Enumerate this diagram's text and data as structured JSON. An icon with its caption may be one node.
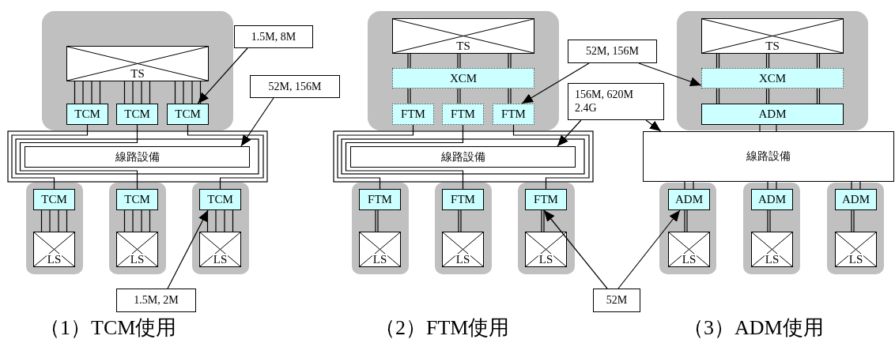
{
  "diagram": {
    "nodes": [
      {
        "text": [],
        "shape": "box"
      },
      {
        "text": [
          "TS"
        ],
        "in": 0
      },
      {
        "text": [
          "TCM"
        ],
        "in": 0
      },
      {
        "text": [
          "TCM"
        ],
        "in": 0
      },
      {
        "text": [
          "TCM"
        ],
        "in": 0
      },
      {
        "text": [
          "線路設備"
        ]
      },
      {
        "text": [],
        "shape": "box"
      },
      {
        "text": [
          "TCM"
        ],
        "in": 6
      },
      {
        "text": [
          "LS"
        ],
        "in": 6
      },
      {
        "text": [],
        "shape": "box"
      },
      {
        "text": [
          "TCM"
        ],
        "in": 9
      },
      {
        "text": [
          "LS"
        ],
        "in": 9
      },
      {
        "text": [],
        "shape": "box"
      },
      {
        "text": [
          "TCM"
        ],
        "in": 12
      },
      {
        "text": [
          "LS"
        ],
        "in": 12
      },
      {
        "text": [],
        "shape": "box"
      },
      {
        "text": [
          "TS"
        ],
        "in": 15
      },
      {
        "text": [
          "XCM"
        ],
        "in": 15
      },
      {
        "text": [
          "FTM"
        ],
        "in": 15
      },
      {
        "text": [
          "FTM"
        ],
        "in": 15
      },
      {
        "text": [
          "FTM"
        ],
        "in": 15
      },
      {
        "text": [
          "線路設備"
        ]
      },
      {
        "text": [],
        "shape": "box"
      },
      {
        "text": [
          "FTM"
        ],
        "in": 22
      },
      {
        "text": [
          "LS"
        ],
        "in": 22
      },
      {
        "text": [],
        "shape": "box"
      },
      {
        "text": [
          "FTM"
        ],
        "in": 25
      },
      {
        "text": [
          "LS"
        ],
        "in": 25
      },
      {
        "text": [],
        "shape": "box"
      },
      {
        "text": [
          "FTM"
        ],
        "in": 28
      },
      {
        "text": [
          "LS"
        ],
        "in": 28
      },
      {
        "text": [],
        "shape": "box"
      },
      {
        "text": [
          "TS"
        ],
        "in": 31
      },
      {
        "text": [
          "XCM"
        ],
        "in": 31
      },
      {
        "text": [
          "ADM"
        ],
        "in": 31
      },
      {
        "text": [
          "線路設備"
        ]
      },
      {
        "text": [],
        "shape": "box"
      },
      {
        "text": [
          "ADM"
        ],
        "in": 36
      },
      {
        "text": [
          "LS"
        ],
        "in": 36
      },
      {
        "text": [],
        "shape": "box"
      },
      {
        "text": [
          "ADM"
        ],
        "in": 39
      },
      {
        "text": [
          "LS"
        ],
        "in": 39
      },
      {
        "text": [],
        "shape": "box"
      },
      {
        "text": [
          "ADM"
        ],
        "in": 42
      },
      {
        "text": [
          "LS"
        ],
        "in": 42
      },
      {
        "text": [
          "1.5M, 8M"
        ]
      },
      {
        "text": [
          "52M, 156M"
        ]
      },
      {
        "text": [
          "1.5M, 2M"
        ]
      },
      {
        "text": [
          "52M, 156M"
        ]
      },
      {
        "text": [
          "156M, 620M 2.4G"
        ]
      },
      {
        "text": [
          "52M"
        ]
      }
    ],
    "edges": [
      {
        "from": 1,
        "to": 2,
        "arrow": "none"
      },
      {
        "from": 1,
        "to": 3,
        "arrow": "none"
      },
      {
        "from": 1,
        "to": 4,
        "arrow": "none"
      },
      {
        "from": 2,
        "to": 7,
        "arrow": "none"
      },
      {
        "from": 3,
        "to": 10,
        "arrow": "none"
      },
      {
        "from": 4,
        "to": 13,
        "arrow": "none"
      },
      {
        "from": 7,
        "to": 8,
        "arrow": "none"
      },
      {
        "from": 10,
        "to": 11,
        "arrow": "none"
      },
      {
        "from": 13,
        "to": 14,
        "arrow": "none"
      },
      {
        "from": 16,
        "to": 17,
        "arrow": "none"
      },
      {
        "from": 17,
        "to": 18,
        "arrow": "none"
      },
      {
        "from": 17,
        "to": 19,
        "arrow": "none"
      },
      {
        "from": 17,
        "to": 20,
        "arrow": "none"
      },
      {
        "from": 18,
        "to": 23,
        "arrow": "none"
      },
      {
        "from": 19,
        "to": 26,
        "arrow": "none"
      },
      {
        "from": 20,
        "to": 29,
        "arrow": "none"
      },
      {
        "from": 23,
        "to": 24,
        "arrow": "none"
      },
      {
        "from": 26,
        "to": 27,
        "arrow": "none"
      },
      {
        "from": 29,
        "to": 30,
        "arrow": "none"
      },
      {
        "from": 32,
        "to": 33,
        "arrow": "none"
      },
      {
        "from": 33,
        "to": 34,
        "arrow": "none"
      },
      {
        "from": 34,
        "to": 35,
        "arrow": "none"
      },
      {
        "from": 35,
        "to": 37,
        "arrow": "none"
      },
      {
        "from": 35,
        "to": 40,
        "arrow": "none"
      },
      {
        "from": 35,
        "to": 43,
        "arrow": "none"
      },
      {
        "from": 37,
        "to": 38,
        "arrow": "none"
      },
      {
        "from": 40,
        "to": 41,
        "arrow": "none"
      },
      {
        "from": 43,
        "to": 44,
        "arrow": "none"
      },
      {
        "from": 45,
        "to": 4,
        "arrow": "to"
      },
      {
        "from": 46,
        "to": 5,
        "arrow": "to"
      },
      {
        "from": 47,
        "to": 13,
        "arrow": "to"
      },
      {
        "from": 48,
        "to": 20,
        "arrow": "to"
      },
      {
        "from": 48,
        "to": 33,
        "arrow": "to"
      },
      {
        "from": 49,
        "to": 21,
        "arrow": "to"
      },
      {
        "from": 49,
        "to": 35,
        "arrow": "to"
      },
      {
        "from": 50,
        "to": 29,
        "arrow": "to"
      },
      {
        "from": 50,
        "to": 37,
        "arrow": "to"
      }
    ],
    "labels": [
      "（1）TCM使用",
      "（2）FTM使用",
      "（3）ADM使用"
    ]
  }
}
